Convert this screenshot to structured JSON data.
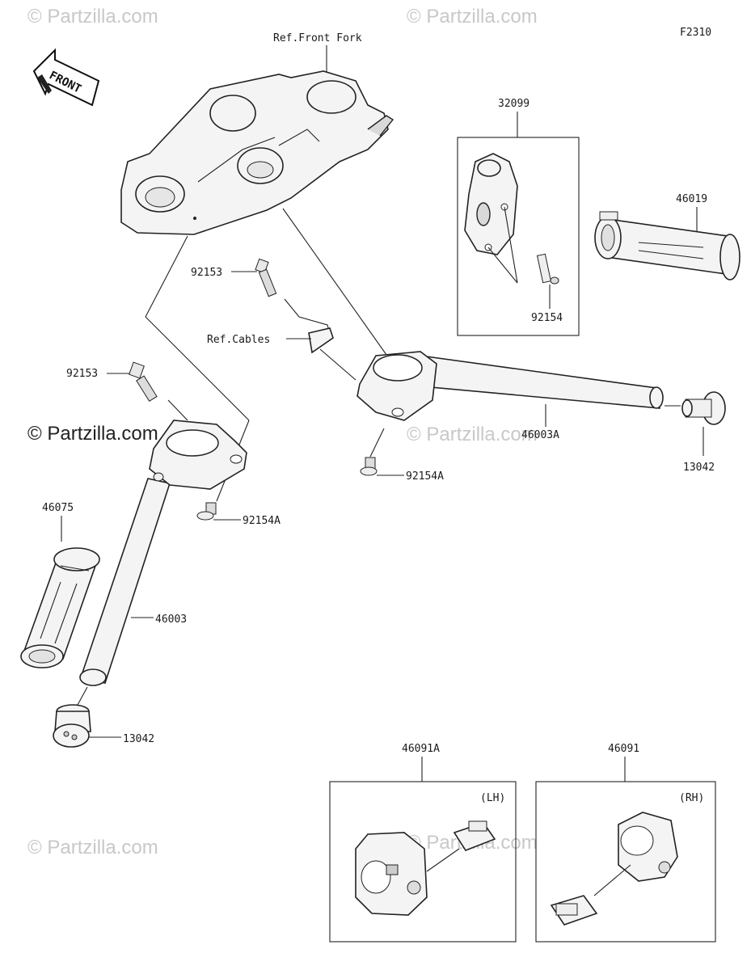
{
  "diagram_id": "F2310",
  "front_label": "FRONT",
  "references": {
    "front_fork": "Ref.Front Fork",
    "cables": "Ref.Cables"
  },
  "watermark": "Partzilla.com",
  "watermark_symbol": "©",
  "watermark_bold": "© Partzilla.com",
  "parts": {
    "p32099": "32099",
    "p46019": "46019",
    "p92154": "92154",
    "p92153_top": "92153",
    "p92153_left": "92153",
    "p46003A": "46003A",
    "p13042_right": "13042",
    "p92154A_right": "92154A",
    "p92154A_left": "92154A",
    "p46075": "46075",
    "p46003": "46003",
    "p13042_left": "13042",
    "p46091A": "46091A",
    "p46091": "46091"
  },
  "switch_boxes": {
    "lh": "(LH)",
    "rh": "(RH)"
  }
}
